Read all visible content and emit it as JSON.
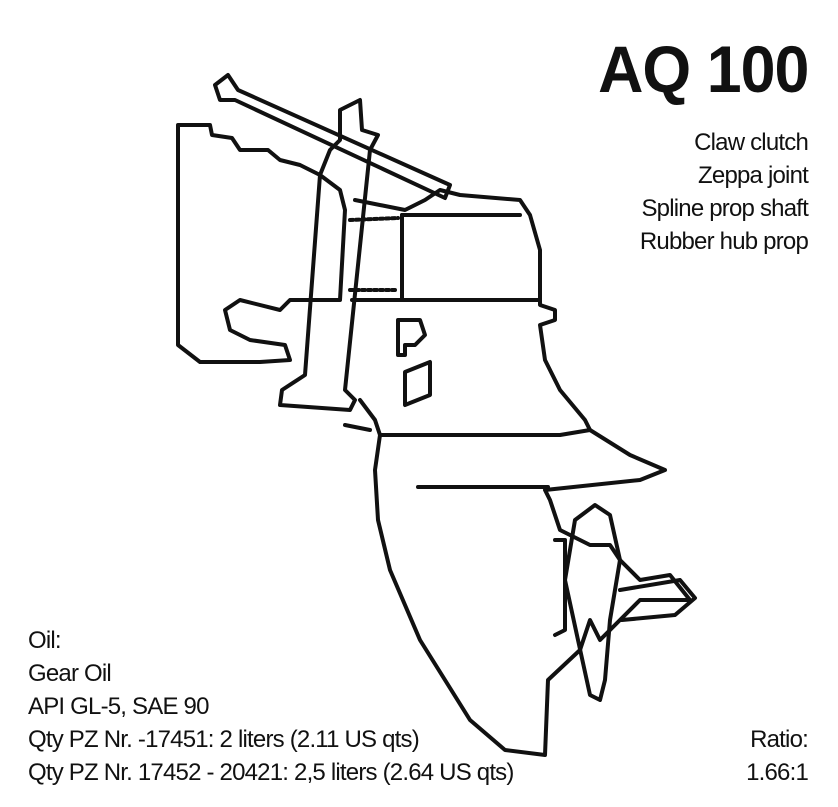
{
  "title": "AQ 100",
  "features": [
    "Claw clutch",
    "Zeppa joint",
    "Spline prop shaft",
    "Rubber hub prop"
  ],
  "oil": {
    "label": "Oil:",
    "type": "Gear Oil",
    "spec": "API GL-5, SAE 90",
    "qty_1": "Qty PZ Nr. -17451: 2 liters (2.11 US qts)",
    "qty_2": "Qty PZ Nr. 17452 - 20421: 2,5 liters (2.64 US qts)"
  },
  "ratio": {
    "label": "Ratio:",
    "value": "1.66:1"
  }
}
